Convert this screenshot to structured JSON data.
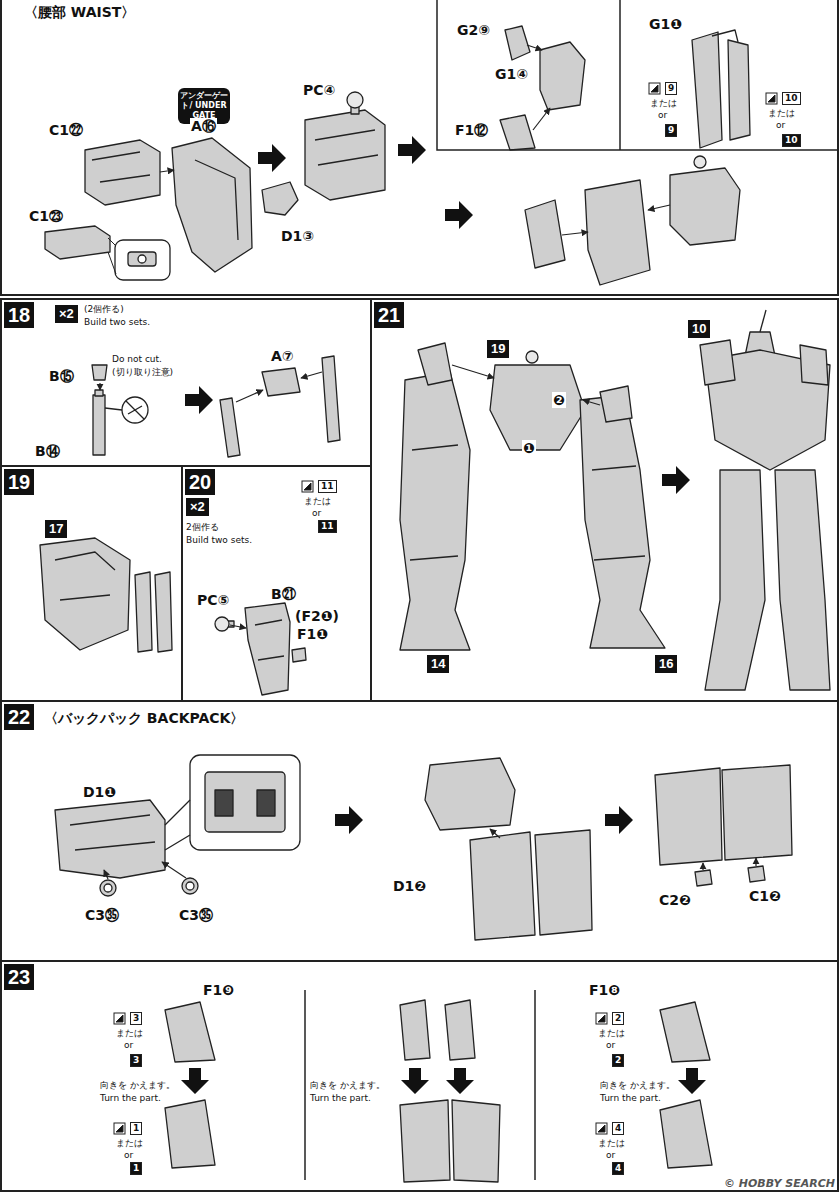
{
  "diagram": {
    "nodes": [
      {
        "text": [
          "〈腰部 WAIST〉"
        ]
      },
      {
        "text": [
          "アンダーゲート/ UNDER GATE"
        ],
        "in": 0
      },
      {
        "text": [
          "18"
        ]
      },
      {
        "text": [
          "×2"
        ],
        "in": 2
      },
      {
        "text": [
          "19"
        ]
      },
      {
        "text": [
          "17"
        ],
        "in": 4
      },
      {
        "text": [
          "20"
        ]
      },
      {
        "text": [
          "×2"
        ],
        "in": 6
      },
      {
        "text": [
          "21"
        ]
      },
      {
        "text": [
          "10"
        ],
        "in": 8
      },
      {
        "text": [
          "19"
        ],
        "in": 8
      },
      {
        "text": [
          "14"
        ],
        "in": 8
      },
      {
        "text": [
          "16"
        ],
        "in": 8
      },
      {
        "text": [
          "22",
          "〈バックパック BACKPACK〉"
        ]
      },
      {
        "text": [
          "23"
        ]
      }
    ],
    "labels": [
      "A⑯",
      "C1㉒",
      "C1㉓",
      "PC④",
      "D1③",
      "G2⑨",
      "G1④",
      "F1⑫",
      "G1❶",
      "9",
      "または",
      "or",
      "9",
      "10",
      "または",
      "or",
      "10",
      "(2個作る)",
      "Build two sets.",
      "B⑮",
      "Do not cut.",
      "(切り取り注意)",
      "B⑭",
      "A⑦",
      "2個作る",
      "Build two sets.",
      "11",
      "または",
      "or",
      "11",
      "PC⑤",
      "B㉑",
      "(F2❶)",
      "F1❶",
      "❷",
      "❶",
      "D1❶",
      "C3㉟",
      "C3㉟",
      "D1❷",
      "C2❷",
      "C1❷",
      "F1❾",
      "3",
      "または",
      "or",
      "3",
      "向きを かえます。",
      "Turn the part.",
      "1",
      "または",
      "or",
      "1",
      "向きを かえます。",
      "Turn the part.",
      "F1❽",
      "2",
      "または",
      "or",
      "2",
      "向きを かえます。",
      "Turn the part.",
      "4",
      "または",
      "or",
      "4",
      "© HOBBY SEARCH"
    ]
  }
}
